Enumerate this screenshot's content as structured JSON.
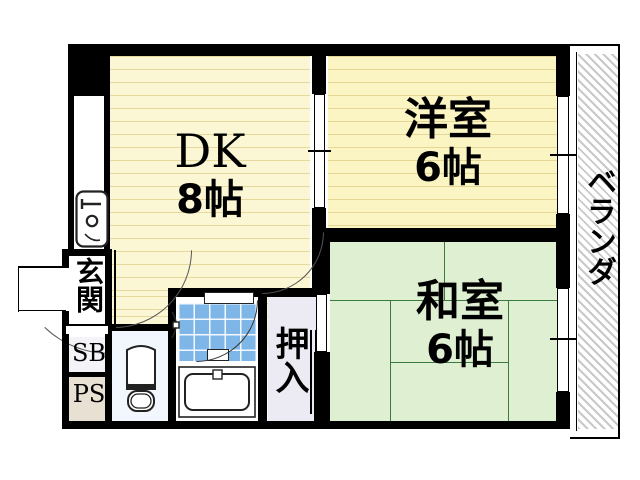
{
  "plan": {
    "type": "japanese-floor-plan",
    "layout_code": "2DK",
    "rooms": [
      {
        "id": "dk",
        "name": "DK",
        "size": "8帖",
        "floor": "wood",
        "color": "#fbf7d5"
      },
      {
        "id": "yoshitsu",
        "name": "洋室",
        "size": "6帖",
        "floor": "wood",
        "color": "#fbf5c4"
      },
      {
        "id": "washitsu",
        "name": "和室",
        "size": "6帖",
        "floor": "tatami",
        "color": "#dff0d2"
      }
    ],
    "spaces": [
      {
        "id": "genkan",
        "name": "玄関",
        "color": "#ffffff"
      },
      {
        "id": "sb",
        "name": "SB",
        "color": "#f4f4f8"
      },
      {
        "id": "ps",
        "name": "PS",
        "color": "#e8e0d2"
      },
      {
        "id": "oshiire",
        "name": "押入",
        "color": "#ecebf4"
      },
      {
        "id": "veranda",
        "name": "ベランダ",
        "color": "#c9c9c9"
      }
    ],
    "fixtures": [
      {
        "id": "kitchen-sink",
        "name": "kitchen-sink-icon"
      },
      {
        "id": "toilet",
        "name": "toilet-icon"
      },
      {
        "id": "bathtub",
        "name": "bathtub-icon"
      },
      {
        "id": "shower-tile",
        "name": "shower-tile-icon",
        "color": "#7eb6e8"
      }
    ]
  },
  "labels": {
    "dk_name": "DK",
    "dk_size": "8帖",
    "yoshitsu_name": "洋室",
    "yoshitsu_size": "6帖",
    "washitsu_name": "和室",
    "washitsu_size": "6帖",
    "genkan": "玄関",
    "sb": "SB",
    "ps": "PS",
    "oshiire": "押入",
    "veranda": "ベランダ"
  }
}
